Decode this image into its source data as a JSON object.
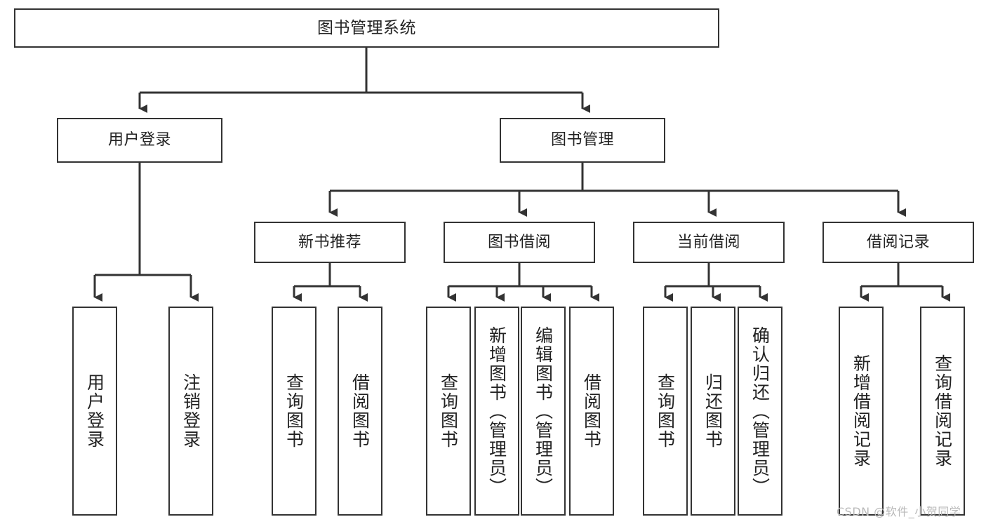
{
  "diagram": {
    "title": "图书管理系统",
    "watermark": "CSDN @软件_小贺同学",
    "colors": {
      "box_border": "#333333",
      "box_fill": "#ffffff",
      "connector": "#333333",
      "text": "#222222",
      "watermark": "#b9b9b9",
      "background": "#ffffff"
    },
    "root": {
      "label": "图书管理系统"
    },
    "level2": [
      {
        "label": "用户登录"
      },
      {
        "label": "图书管理"
      }
    ],
    "level3": [
      {
        "label": "新书推荐"
      },
      {
        "label": "图书借阅"
      },
      {
        "label": "当前借阅"
      },
      {
        "label": "借阅记录"
      }
    ],
    "leaves": {
      "user_login": [
        {
          "label": "用户登录"
        },
        {
          "label": "注销登录"
        }
      ],
      "new_book_recommend": [
        {
          "label": "查询图书"
        },
        {
          "label": "借阅图书"
        }
      ],
      "book_borrow": [
        {
          "label": "查询图书"
        },
        {
          "label": "新增图书（管理员）"
        },
        {
          "label": "编辑图书（管理员）"
        },
        {
          "label": "借阅图书"
        }
      ],
      "current_borrow": [
        {
          "label": "查询图书"
        },
        {
          "label": "归还图书"
        },
        {
          "label": "确认归还（管理员）"
        }
      ],
      "borrow_record": [
        {
          "label": "新增借阅记录"
        },
        {
          "label": "查询借阅记录"
        }
      ]
    }
  }
}
